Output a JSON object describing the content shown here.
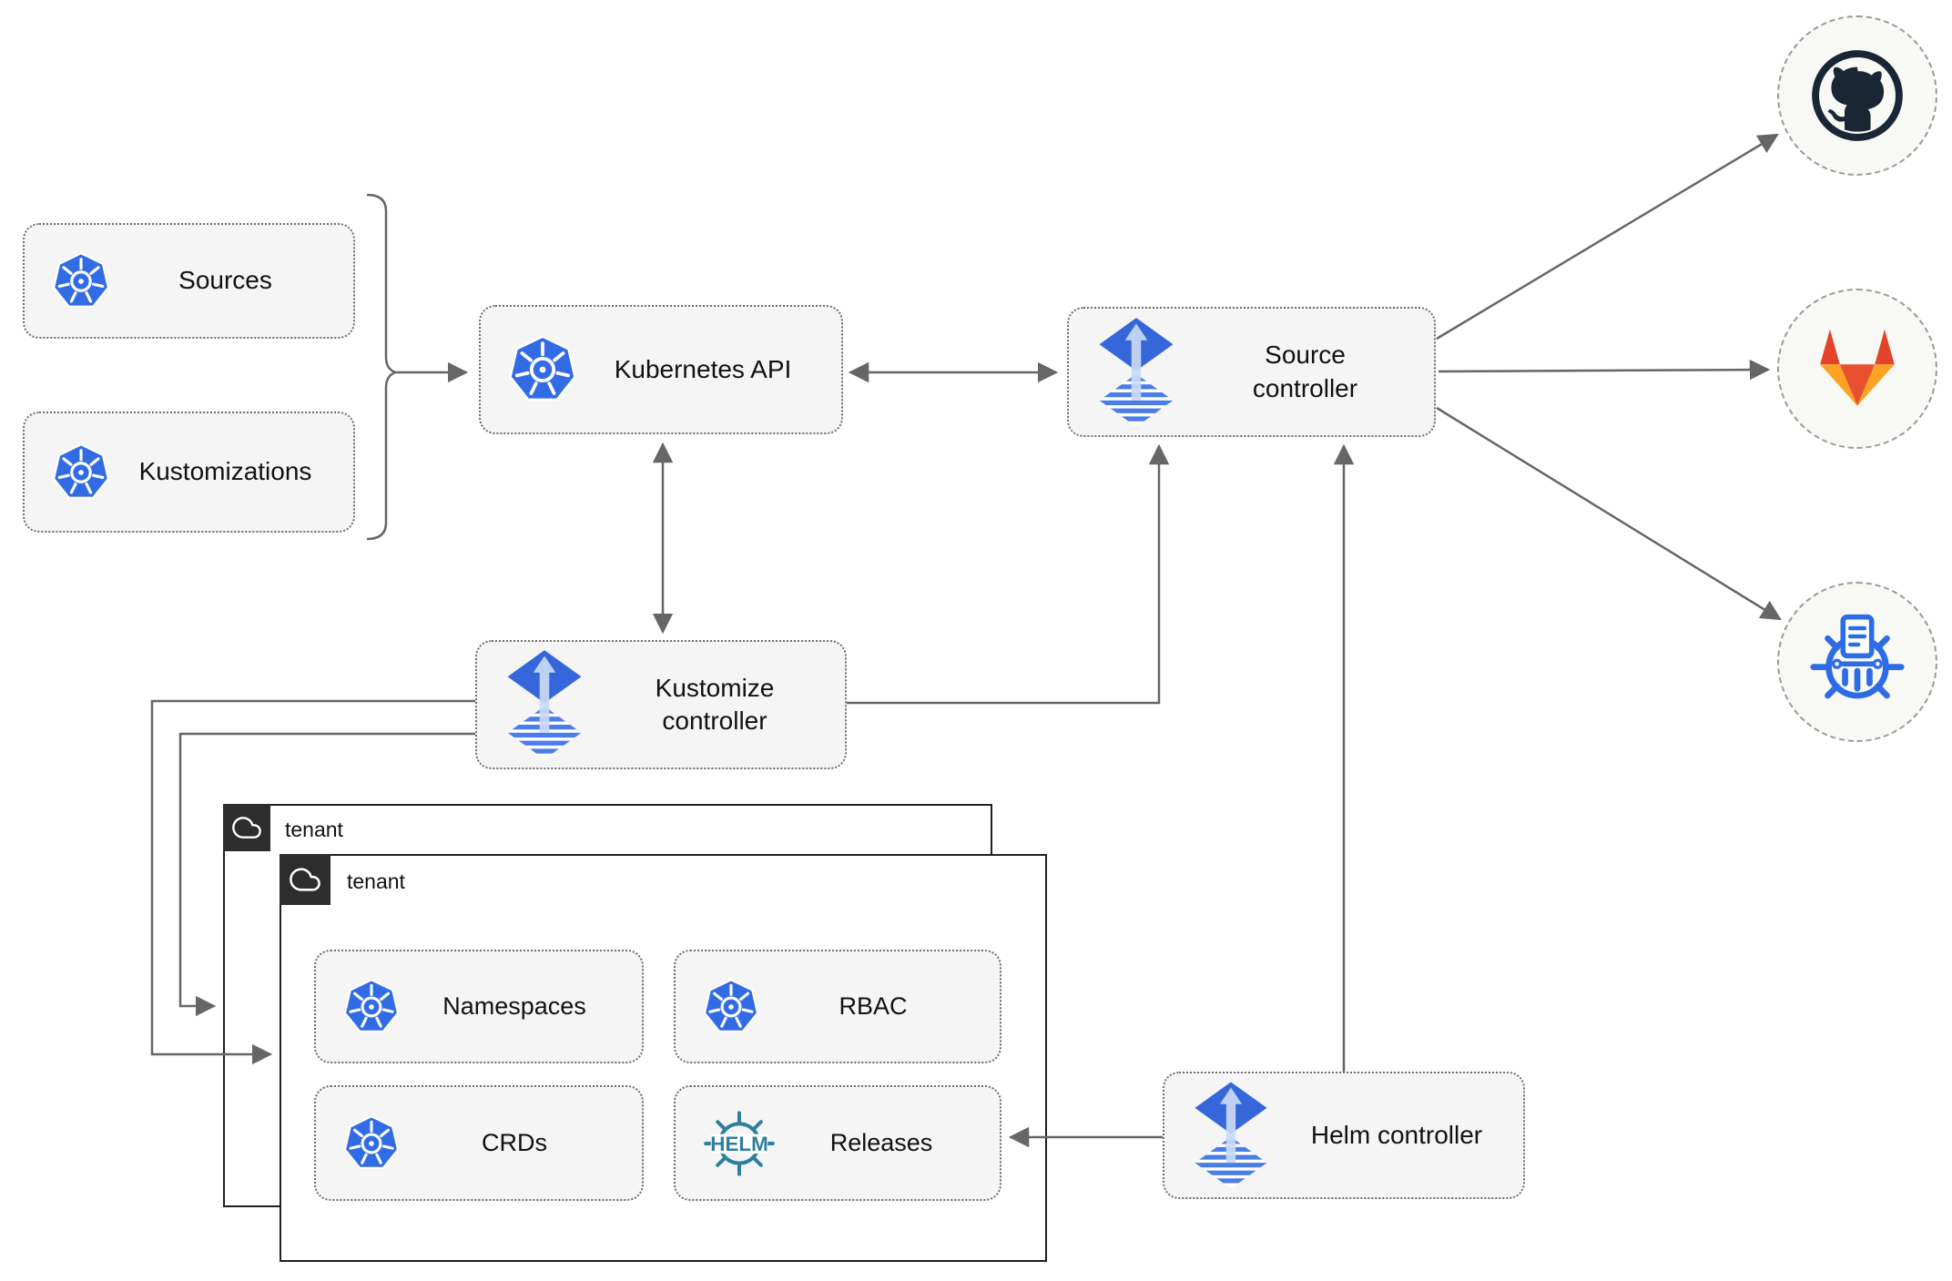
{
  "diagram": {
    "nodes": {
      "sources": {
        "label": "Sources",
        "icon": "kubernetes-icon"
      },
      "kustomizations": {
        "label": "Kustomizations",
        "icon": "kubernetes-icon"
      },
      "kubernetes_api": {
        "label": "Kubernetes API",
        "icon": "kubernetes-icon"
      },
      "source_controller": {
        "label": "Source controller",
        "icon": "flux-icon"
      },
      "kustomize_controller": {
        "label": "Kustomize controller",
        "icon": "flux-icon"
      },
      "helm_controller": {
        "label": "Helm controller",
        "icon": "flux-icon"
      },
      "namespaces": {
        "label": "Namespaces",
        "icon": "kubernetes-icon"
      },
      "rbac": {
        "label": "RBAC",
        "icon": "kubernetes-icon"
      },
      "crds": {
        "label": "CRDs",
        "icon": "kubernetes-icon"
      },
      "releases": {
        "label": "Releases",
        "icon": "helm-icon",
        "icon_text": "HELM"
      }
    },
    "groups": {
      "tenant_back": {
        "label": "tenant",
        "icon": "cloud-icon"
      },
      "tenant_front": {
        "label": "tenant",
        "icon": "cloud-icon"
      }
    },
    "external_targets": [
      {
        "name": "github",
        "icon": "github-icon"
      },
      {
        "name": "gitlab",
        "icon": "gitlab-icon"
      },
      {
        "name": "helm-repository",
        "icon": "helm-repository-icon"
      }
    ],
    "edges": [
      {
        "from": "sources & kustomizations",
        "to": "kubernetes-api"
      },
      {
        "from": "kubernetes-api",
        "to": "source-controller",
        "bidirectional": true
      },
      {
        "from": "kubernetes-api",
        "to": "kustomize-controller",
        "bidirectional": true
      },
      {
        "from": "kustomize-controller",
        "to": "source-controller"
      },
      {
        "from": "kustomize-controller",
        "to": "tenant-front"
      },
      {
        "from": "kustomize-controller",
        "to": "tenant-back"
      },
      {
        "from": "helm-controller",
        "to": "source-controller"
      },
      {
        "from": "helm-controller",
        "to": "releases"
      },
      {
        "from": "source-controller",
        "to": "github"
      },
      {
        "from": "source-controller",
        "to": "gitlab"
      },
      {
        "from": "source-controller",
        "to": "helm-repository"
      }
    ],
    "colors": {
      "kubernetes_blue": "#326CE5",
      "flux_blue": "#3567DB",
      "flux_light": "#C9D9F6",
      "helm_teal": "#2E7F9E",
      "github_dark": "#182733",
      "gitlab_dark_orange": "#E24329",
      "gitlab_orange": "#E8502E",
      "gitlab_light_orange": "#FCA326",
      "box_fill": "#F5F5F5",
      "line_gray": "#666666",
      "tenant_tab": "#2D2D2D"
    }
  }
}
